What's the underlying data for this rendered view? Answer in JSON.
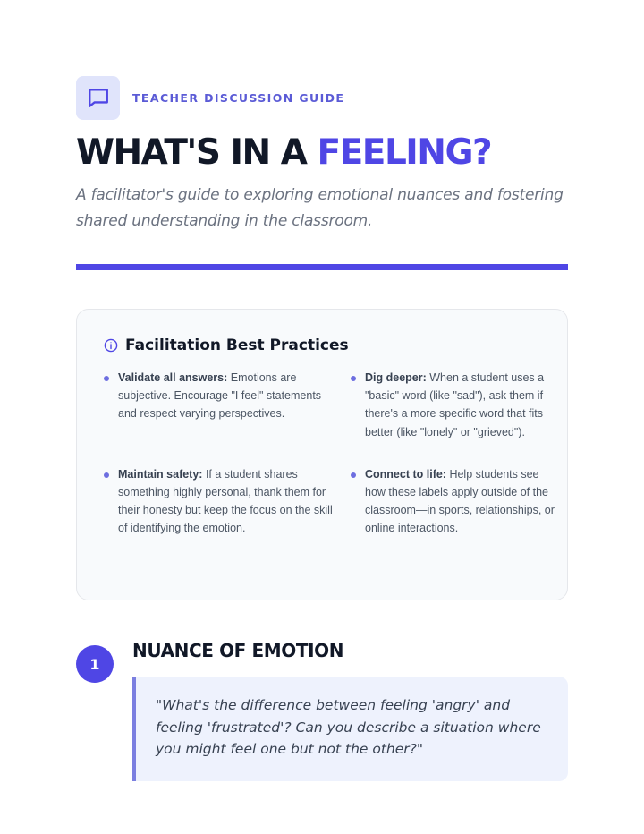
{
  "header": {
    "eyebrow": "TEACHER DISCUSSION GUIDE",
    "eyebrow_icon": "chat-bubble-icon",
    "title_main": "WHAT'S IN A ",
    "title_accent": "FEELING?",
    "subtitle": "A facilitator's guide to exploring emotional nuances and fostering shared understanding in the classroom."
  },
  "colors": {
    "accent": "#4f46e5",
    "eyebrow_text": "#5b5bd6",
    "icon_tile": "#e0e4fb",
    "card_bg": "#f8fafc",
    "quote_bg": "#eef2fd"
  },
  "practices_card": {
    "icon": "info-icon",
    "title": "Facilitation Best Practices",
    "items": [
      {
        "label": "Validate all answers:",
        "text": " Emotions are subjective. Encourage \"I feel\" statements and respect varying perspectives."
      },
      {
        "label": "Dig deeper:",
        "text": " When a student uses a \"basic\" word (like \"sad\"), ask them if there's a more specific word that fits better (like \"lonely\" or \"grieved\")."
      },
      {
        "label": "Maintain safety:",
        "text": " If a student shares something highly personal, thank them for their honesty but keep the focus on the skill of identifying the emotion."
      },
      {
        "label": "Connect to life:",
        "text": " Help students see how these labels apply outside of the classroom—in sports, relationships, or online interactions."
      }
    ]
  },
  "sections": [
    {
      "number": "1",
      "title": "NUANCE OF EMOTION",
      "quote": "\"What's the difference between feeling 'angry' and feeling 'frustrated'? Can you describe a situation where you might feel one but not the other?\""
    }
  ]
}
